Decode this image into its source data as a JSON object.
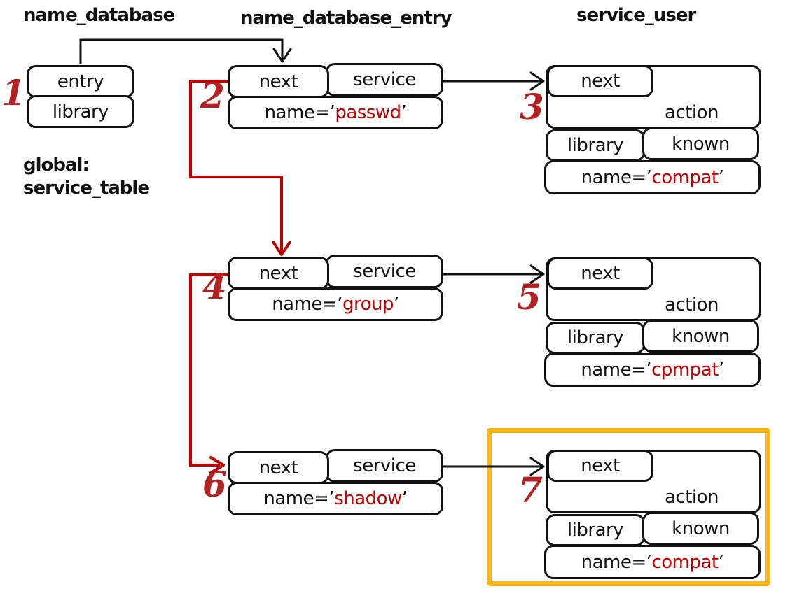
{
  "column_labels": {
    "name_database": "name_database",
    "name_database_entry": "name_database_entry",
    "service_user": "service_user"
  },
  "global_note": {
    "line1": "global:",
    "line2": "service_table"
  },
  "name_database_box": {
    "number": "1",
    "fields": [
      {
        "label": "entry"
      },
      {
        "label": "library"
      }
    ]
  },
  "database_entries": [
    {
      "number": "2",
      "next": "next",
      "service": "service",
      "name_prefix": "name=’",
      "name_value": "passwd",
      "name_suffix": "’"
    },
    {
      "number": "4",
      "next": "next",
      "service": "service",
      "name_prefix": "name=’",
      "name_value": "group",
      "name_suffix": "’"
    },
    {
      "number": "6",
      "next": "next",
      "service": "service",
      "name_prefix": "name=’",
      "name_value": "shadow",
      "name_suffix": "’"
    }
  ],
  "service_users": [
    {
      "number": "3",
      "next": "next",
      "action": "action",
      "library": "library",
      "known": "known",
      "name_prefix": "name=’",
      "name_value": "compat",
      "name_suffix": "’",
      "highlighted": false
    },
    {
      "number": "5",
      "next": "next",
      "action": "action",
      "library": "library",
      "known": "known",
      "name_prefix": "name=’",
      "name_value": "cpmpat",
      "name_suffix": "’",
      "highlighted": false
    },
    {
      "number": "7",
      "next": "next",
      "action": "action",
      "library": "library",
      "known": "known",
      "name_prefix": "name=’",
      "name_value": "compat",
      "name_suffix": "’",
      "highlighted": true
    }
  ],
  "colors": {
    "value_red": "#c00000",
    "number_red": "#b32222",
    "arrow_red": "#c00000",
    "arrow_black": "#111111",
    "highlight_orange": "#ffb612"
  }
}
